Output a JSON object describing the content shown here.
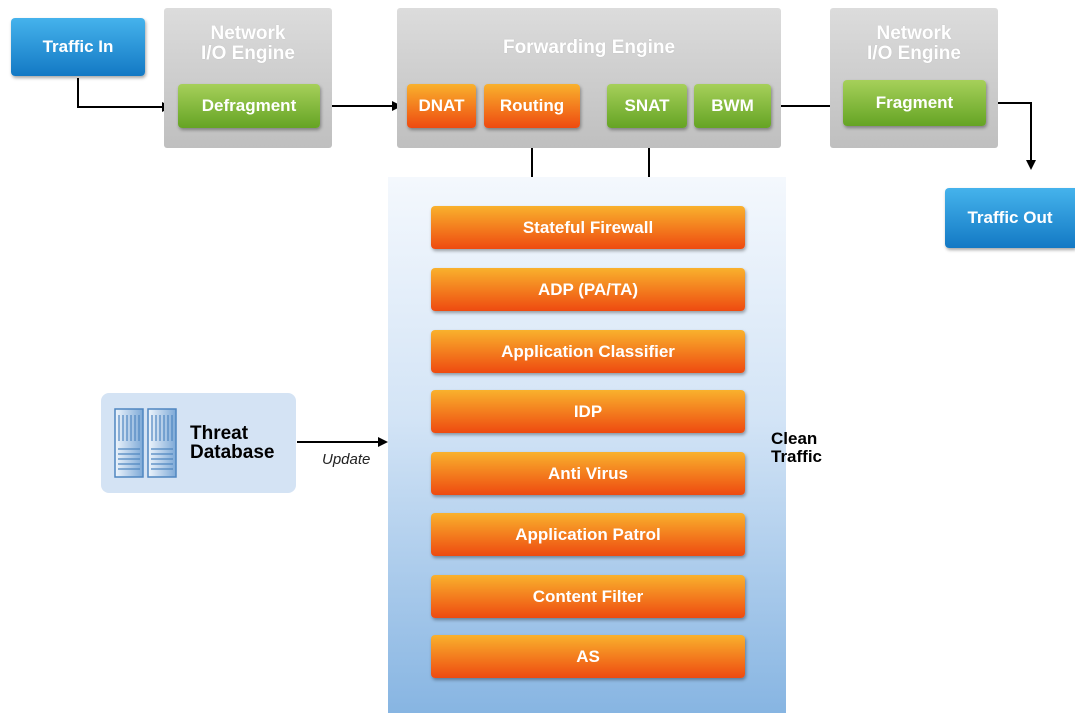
{
  "traffic_in": "Traffic In",
  "traffic_out": "Traffic Out",
  "network_io_left": {
    "title_line1": "Network",
    "title_line2": "I/O Engine",
    "module": "Defragment"
  },
  "forwarding_engine": {
    "title": "Forwarding Engine",
    "modules": [
      "DNAT",
      "Routing",
      "SNAT",
      "BWM"
    ]
  },
  "network_io_right": {
    "title_line1": "Network",
    "title_line2": "I/O Engine",
    "module": "Fragment"
  },
  "security_stack": [
    "Stateful Firewall",
    "ADP (PA/TA)",
    "Application Classifier",
    "IDP",
    "Anti Virus",
    "Application Patrol",
    "Content Filter",
    "AS"
  ],
  "threat_database": {
    "line1": "Threat",
    "line2": "Database"
  },
  "update_label": "Update",
  "clean_traffic": {
    "line1": "Clean",
    "line2": "Traffic"
  },
  "colors": {
    "blue": "#1f8ad6",
    "green": "#7cb83a",
    "orange": "#f26a1b",
    "panel_gray": "#cfcfcf",
    "stack_bg": "#a9c9ec",
    "threat_bg": "#d4e3f4"
  },
  "icons": {
    "server": "server-rack-icon"
  }
}
